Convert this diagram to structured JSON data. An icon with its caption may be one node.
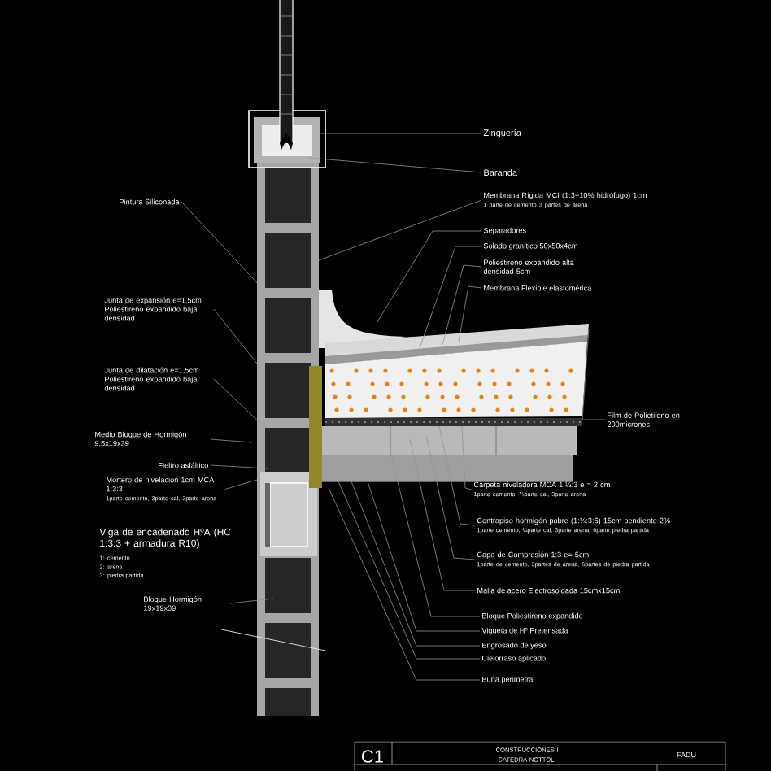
{
  "diagram": {
    "nodes": [
      {
        "text": [
          "Zinguería"
        ]
      },
      {
        "text": [
          "Baranda"
        ]
      },
      {
        "text": [
          "Membrana Rígida MCI (1:3+10% hidrófugo) 1cm",
          "1 parte de cemento 3 partes de arena"
        ]
      },
      {
        "text": [
          "Separadores"
        ]
      },
      {
        "text": [
          "Solado granítico 50x50x4cm"
        ]
      },
      {
        "text": [
          "Poliestireno expandido alta densidad 5cm"
        ]
      },
      {
        "text": [
          "Membrana Flexible elastomérica"
        ]
      },
      {
        "text": [
          "Pintura Siliconada"
        ]
      },
      {
        "text": [
          "Junta de expansión e=1,5cm Poliestireno expandido baja densidad"
        ]
      },
      {
        "text": [
          "Junta de dilatación e=1,5cm Poliestireno expandido baja densidad"
        ]
      },
      {
        "text": [
          "Medio Bloque de Hormigón 9,5x19x39"
        ]
      },
      {
        "text": [
          "Fieltro asfáltico"
        ]
      },
      {
        "text": [
          "Mortero de nivelación 1cm MCA 1:3:3",
          "1parte cemento, 3parte cal, 3parte arena"
        ]
      },
      {
        "text": [
          "Film de Polietileno en 200micrones"
        ]
      },
      {
        "text": [
          "Carpeta niveladora MCA 1:¼:3 e = 2 cm",
          "1parte cemento, ¼parte cal, 3parte arena"
        ]
      },
      {
        "text": [
          "Contrapiso hormigón pobre (1:¼:3:6) 15cm pendiente 2%",
          "1parte cemento, ¼parte cal, 3parte arena, 6parte piedra partida"
        ]
      },
      {
        "text": [
          "Capa de Compresión 1:3 e= 5cm",
          "1parte de cemento, 3partes de arena, 6partes de piedra partida"
        ]
      },
      {
        "text": [
          "Malla de acero Electrosoldada 15cmx15cm"
        ]
      },
      {
        "text": [
          "Bloque Poliestireno expandido"
        ]
      },
      {
        "text": [
          "Vigueta de Hº Pretensada"
        ]
      },
      {
        "text": [
          "Engrosado de yeso"
        ]
      },
      {
        "text": [
          "Cielorraso aplicado"
        ]
      },
      {
        "text": [
          "Buña perimetral"
        ]
      },
      {
        "text": [
          "Bloque Hormigón 19x19x39"
        ]
      }
    ],
    "edges": [
      {
        "from": 0,
        "to": null,
        "arrow": "none"
      },
      {
        "from": 1,
        "to": null,
        "arrow": "none"
      },
      {
        "from": 2,
        "to": null,
        "arrow": "none"
      },
      {
        "from": 3,
        "to": null,
        "arrow": "none"
      },
      {
        "from": 4,
        "to": null,
        "arrow": "none"
      },
      {
        "from": 5,
        "to": null,
        "arrow": "none"
      },
      {
        "from": 6,
        "to": null,
        "arrow": "none"
      },
      {
        "from": 7,
        "to": null,
        "arrow": "none"
      },
      {
        "from": 8,
        "to": null,
        "arrow": "none"
      },
      {
        "from": 9,
        "to": null,
        "arrow": "none"
      },
      {
        "from": 10,
        "to": null,
        "arrow": "none"
      },
      {
        "from": 11,
        "to": null,
        "arrow": "none"
      },
      {
        "from": 12,
        "to": null,
        "arrow": "none"
      },
      {
        "from": 13,
        "to": null,
        "arrow": "none"
      },
      {
        "from": 14,
        "to": null,
        "arrow": "none"
      },
      {
        "from": 15,
        "to": null,
        "arrow": "none"
      },
      {
        "from": 16,
        "to": null,
        "arrow": "none"
      },
      {
        "from": 17,
        "to": null,
        "arrow": "none"
      },
      {
        "from": 18,
        "to": null,
        "arrow": "none"
      },
      {
        "from": 19,
        "to": null,
        "arrow": "none"
      },
      {
        "from": 20,
        "to": null,
        "arrow": "none"
      },
      {
        "from": 21,
        "to": null,
        "arrow": "none"
      },
      {
        "from": 22,
        "to": null,
        "arrow": "none"
      },
      {
        "from": 23,
        "to": null,
        "arrow": "none"
      }
    ],
    "labels": [
      "Viga de encadenado HºA (HC 1:3:3 + armadura R10)",
      "1: cemento",
      "2: arena",
      "3: piedra partida",
      "C1",
      "CONSTRUCCIONES I",
      "CATEDRA NOTTOLI",
      "FADU"
    ]
  }
}
